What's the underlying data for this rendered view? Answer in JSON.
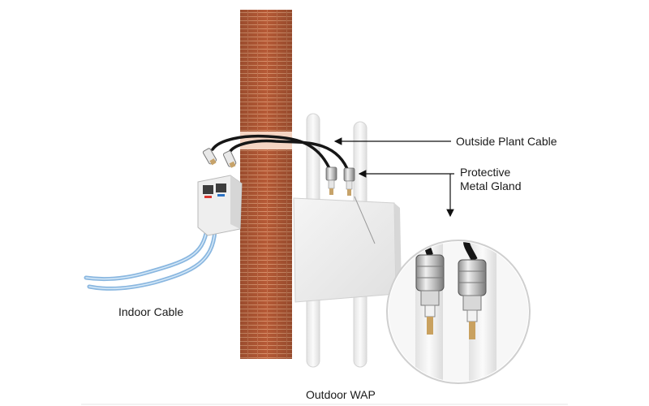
{
  "labels": {
    "outside_plant_cable": "Outside Plant Cable",
    "protective_gland_line1": "Protective",
    "protective_gland_line2": "Metal Gland",
    "indoor_cable": "Indoor Cable",
    "outdoor_wap": "Outdoor WAP"
  },
  "colors": {
    "brick": "#b85a35",
    "brick_mortar": "#d9916c",
    "wall_opening": "#f6d7c6",
    "indoor_cable": "#9cc3e6",
    "outside_cable": "#1b1b1b",
    "gland_metal": "#c9c9c9",
    "ap_body": "#ececec",
    "antenna": "#f4f4f4",
    "jack_red": "#d9362f",
    "jack_blue": "#2b72c4"
  },
  "icons": [
    "wall-jack-icon",
    "rj45-connector-icon",
    "metal-gland-icon",
    "magnifier-callout-icon",
    "arrow-icon"
  ]
}
